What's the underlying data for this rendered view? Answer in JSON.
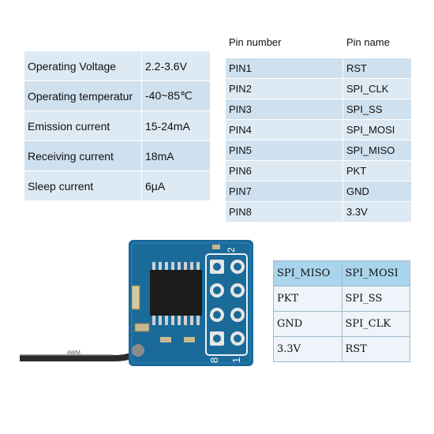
{
  "specs": [
    {
      "label": "Operating Voltage",
      "value": "2.2-3.6V"
    },
    {
      "label": "Operating temperatur",
      "value": "-40~85℃"
    },
    {
      "label": "Emission current",
      "value": "15-24mA"
    },
    {
      "label": "Receiving current",
      "value": "18mA"
    },
    {
      "label": "Sleep current",
      "value": "6μA"
    }
  ],
  "pinout": {
    "headers": [
      "Pin number",
      "Pin name"
    ],
    "rows": [
      [
        "PIN1",
        "RST"
      ],
      [
        "PIN2",
        "SPI_CLK"
      ],
      [
        "PIN3",
        "SPI_SS"
      ],
      [
        "PIN4",
        "SPI_MOSI"
      ],
      [
        "PIN5",
        "SPI_MISO"
      ],
      [
        "PIN6",
        "PKT"
      ],
      [
        "PIN7",
        "GND"
      ],
      [
        "PIN8",
        "3.3V"
      ]
    ]
  },
  "board": {
    "pin_label_top": "2",
    "pin_label_bottom_left": "8",
    "pin_label_bottom_right": "1",
    "antenna_text": "AWM"
  },
  "pin_map": [
    [
      "SPI_MISO",
      "SPI_MOSI"
    ],
    [
      "PKT",
      "SPI_SS"
    ],
    [
      "GND",
      "SPI_CLK"
    ],
    [
      "3.3V",
      "RST"
    ]
  ],
  "colors": {
    "table_light": "#dde9f3",
    "table_mid": "#cfe0ee",
    "pcb": "#1a6a9a",
    "map_header": "#a9d5ec"
  }
}
